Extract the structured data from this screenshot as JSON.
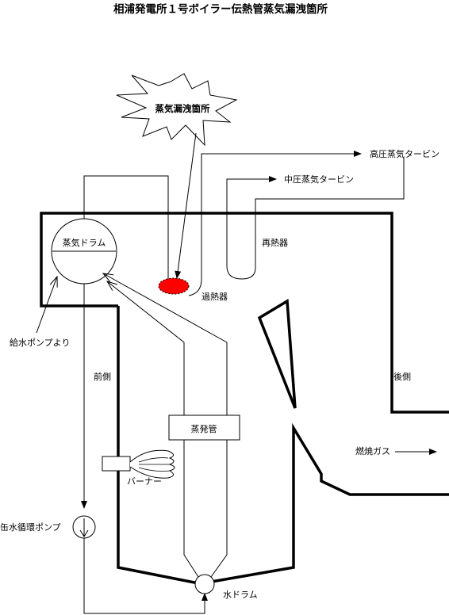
{
  "title": "相浦発電所１号ボイラー伝熱管蒸気漏洩箇所",
  "labels": {
    "leak_burst": "蒸気漏洩箇所",
    "hp_turbine": "高圧蒸気タービン",
    "ip_turbine": "中圧蒸気タービン",
    "reheater": "再熱器",
    "superheater": "過熱器",
    "steam_drum": "蒸気ドラム",
    "feedwater": "給水ポンプより",
    "front_side": "前側",
    "rear_side": "後側",
    "evaporator": "蒸発管",
    "flue_gas": "燃焼ガス",
    "burner": "バーナー",
    "circ_pump": "缶水循環ポンプ",
    "water_drum": "水ドラム"
  },
  "colors": {
    "leak_fill": "#ff0000",
    "line": "#000000"
  }
}
